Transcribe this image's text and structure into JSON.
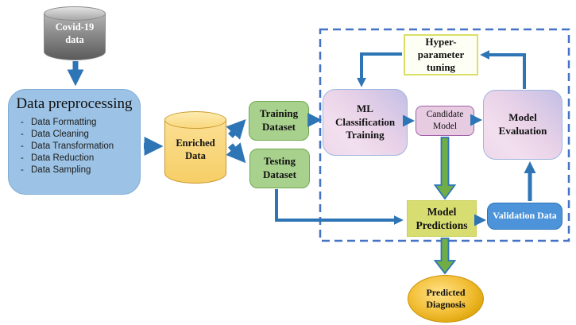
{
  "colors": {
    "arrow_blue": "#2E75B6",
    "arrow_green_fill": "#70AD47",
    "dashed_border_blue": "#4472C4",
    "preprocessing_fill": "#9CC3E5",
    "dataset_green_fill": "#A9D18E",
    "ml_box_gradient_pink": "#F0DBEB",
    "ml_box_gradient_purple": "#C3BFE5",
    "candidate_fill": "#E7CBE1",
    "hyper_fill": "#FEFFF4",
    "hyper_border": "#D9E065",
    "predictions_fill": "#D8DD72",
    "validation_fill": "#4D93D9",
    "enriched_fill": "#FBDF93",
    "covid_cylinder_gray": "#8A8A8A",
    "diagnosis_gold": "#F3BF37"
  },
  "nodes": {
    "covid_data": {
      "label": "Covid-19\ndata"
    },
    "preprocessing": {
      "title": "Data preprocessing",
      "bullet": "-",
      "items": [
        "Data Formatting",
        "Data Cleaning",
        "Data Transformation",
        "Data Reduction",
        "Data Sampling"
      ]
    },
    "enriched_data": {
      "label": "Enriched\nData"
    },
    "training_dataset": {
      "label": "Training\nDataset"
    },
    "testing_dataset": {
      "label": "Testing\nDataset"
    },
    "hyperparameter_tuning": {
      "label": "Hyper-\nparameter\ntuning"
    },
    "ml_training": {
      "label": "ML\nClassification\nTraining"
    },
    "candidate_model": {
      "label": "Candidate\nModel"
    },
    "model_evaluation": {
      "label": "Model\nEvaluation"
    },
    "model_predictions": {
      "label": "Model\nPredictions"
    },
    "validation_data": {
      "label": "Validation Data"
    },
    "predicted_diagnosis": {
      "label": "Predicted\nDiagnosis"
    }
  }
}
